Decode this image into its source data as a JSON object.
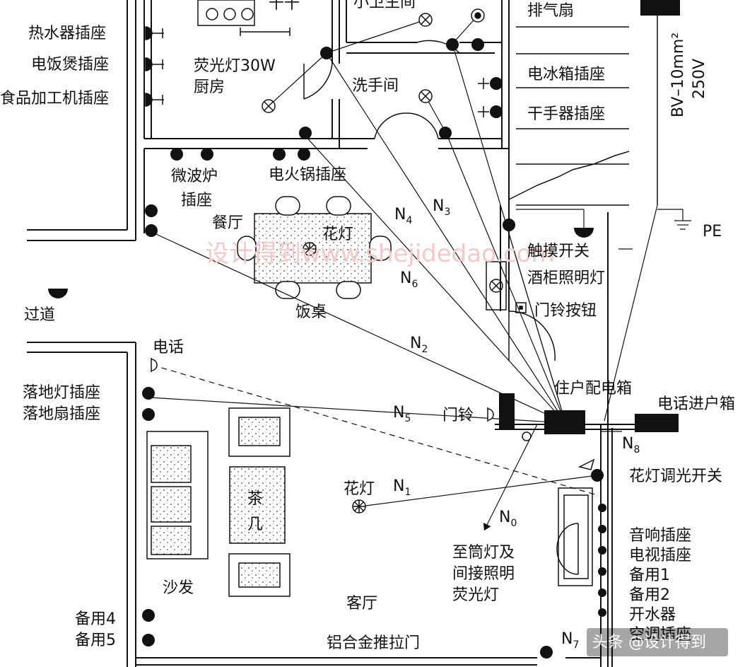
{
  "labels": {
    "top_partial_left": "千千",
    "small_bath": "小卫生间",
    "exhaust_fan": "排气扇",
    "water_heater_socket": "热水器插座",
    "rice_cooker_socket": "电饭煲插座",
    "food_processor_socket": "食品加工机插座",
    "fluorescent_30w": "荧光灯30W",
    "kitchen": "厨房",
    "washroom": "洗手间",
    "fridge_socket": "电冰箱插座",
    "hand_dryer_socket": "干手器插座",
    "microwave_socket_1": "微波炉",
    "microwave_socket_2": "插座",
    "hotpot_socket": "电火锅插座",
    "dining_room": "餐厅",
    "chandelier_dining": "花灯",
    "dining_table": "饭桌",
    "corridor": "过道",
    "touch_switch": "触摸开关",
    "wine_cabinet_light": "酒柜照明灯",
    "doorbell_button": "门铃按钮",
    "pe": "PE",
    "cable_spec_1": "BV–10mm²",
    "cable_spec_2": "250V",
    "telephone": "电话",
    "floor_lamp_socket": "落地灯插座",
    "floor_fan_socket": "落地扇插座",
    "household_box": "住户配电箱",
    "phone_entry_box": "电话进户箱",
    "doorbell": "门铃",
    "chandelier_dimmer": "花灯调光开关",
    "chandelier_living": "花灯",
    "tea_table_1": "茶",
    "tea_table_2": "几",
    "to_downlights_1": "至筒灯及",
    "to_downlights_2": "间接照明",
    "to_downlights_3": "荧光灯",
    "audio_socket": "音响插座",
    "tv_socket": "电视插座",
    "spare_1": "备用1",
    "spare_2": "备用2",
    "water_boiler": "开水器",
    "ac_socket": "空调插座",
    "sofa": "沙发",
    "living_room": "客厅",
    "spare_4": "备用4",
    "spare_5": "备用5",
    "sliding_door": "铝合金推拉门",
    "watermark": "设计得到www.shejidedao.com",
    "credit": "头条 @设计得到"
  },
  "circuits": {
    "n0": "N",
    "n0_sub": "0",
    "n1": "N",
    "n1_sub": "1",
    "n2": "N",
    "n2_sub": "2",
    "n3": "N",
    "n3_sub": "3",
    "n4": "N",
    "n4_sub": "4",
    "n5": "N",
    "n5_sub": "5",
    "n6": "N",
    "n6_sub": "6",
    "n7": "N",
    "n7_sub": "7",
    "n8": "N",
    "n8_sub": "8"
  },
  "colors": {
    "line": "#1a1a1a",
    "watermark": "#f3c9c9"
  }
}
